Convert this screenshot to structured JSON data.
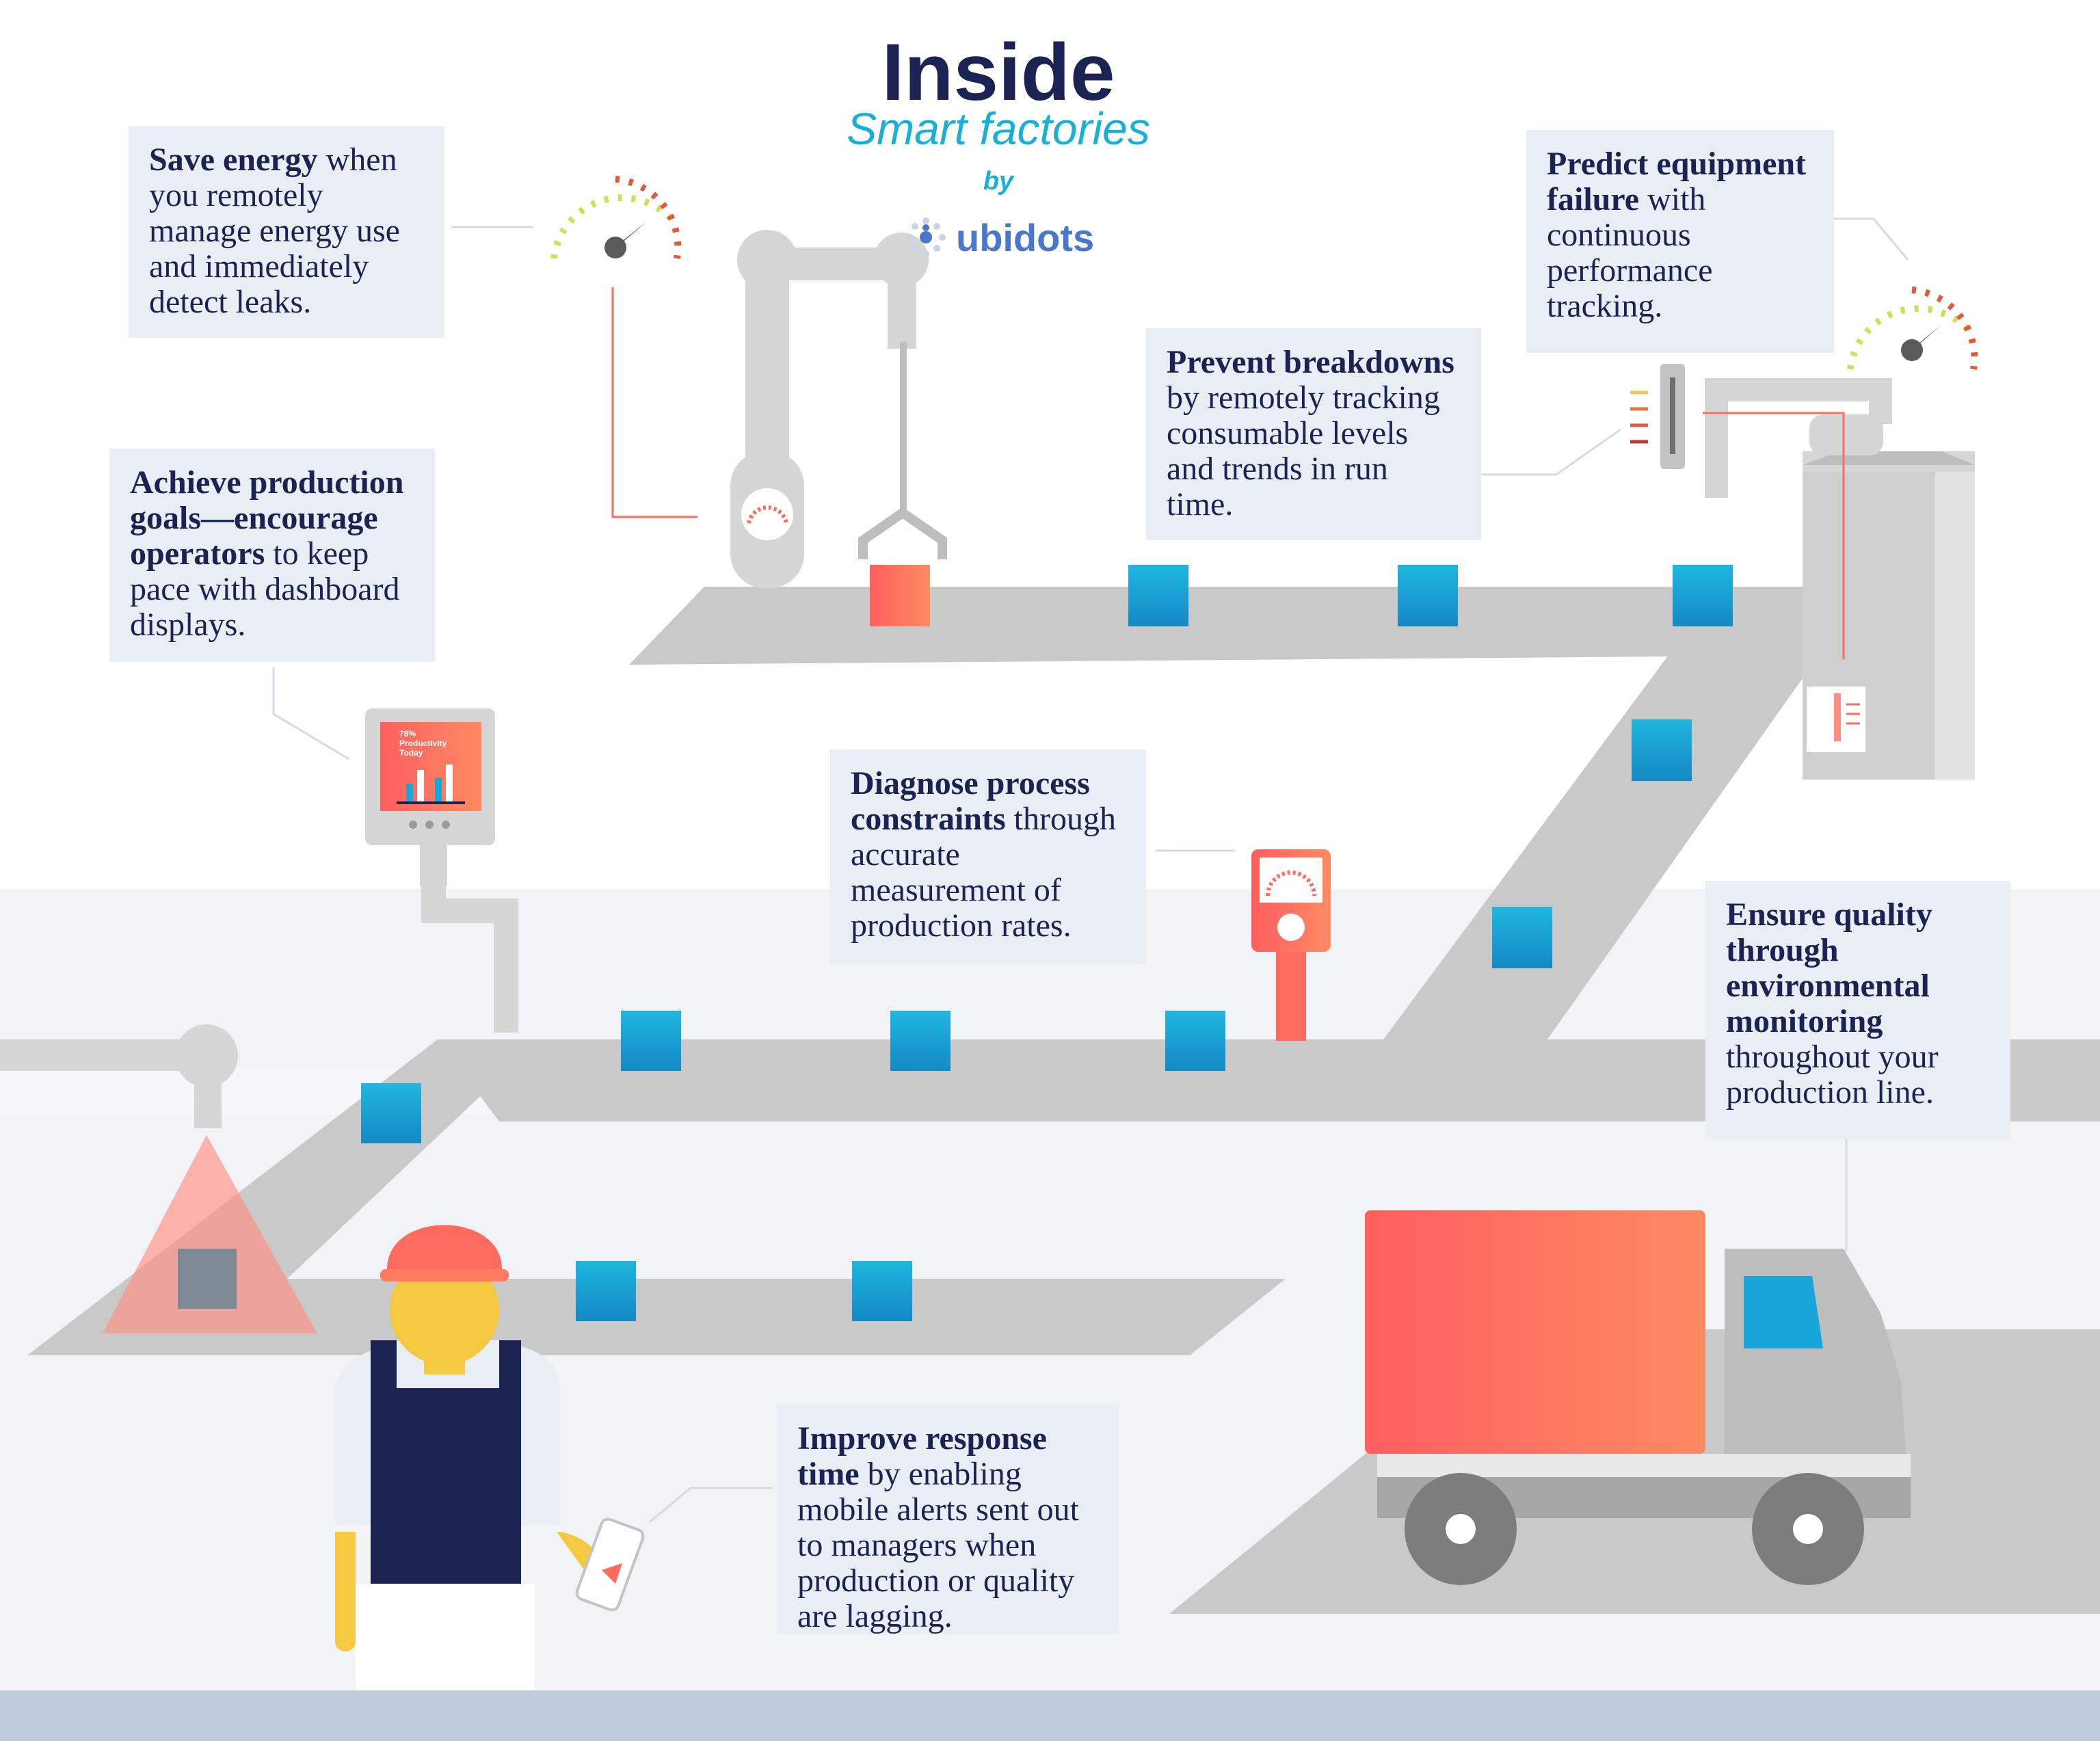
{
  "header": {
    "title": "Inside",
    "subtitle": "Smart factories",
    "by": "by",
    "brand": "ubidots"
  },
  "cards": {
    "energy": {
      "bold": "Save energy",
      "rest": " when you remotely manage energy use and immediately detect leaks."
    },
    "goals": {
      "bold": "Achieve production goals—encourage operators",
      "rest": " to keep pace with dashboard displays."
    },
    "breakdowns": {
      "bold": "Prevent breakdowns",
      "rest": " by remotely tracking consumable levels and trends in run time."
    },
    "failure": {
      "bold": "Predict equipment failure",
      "rest": " with continuous performance tracking."
    },
    "constraints": {
      "bold": "Diagnose process constraints",
      "rest": " through accurate measurement of production rates."
    },
    "quality": {
      "bold": "Ensure quality through environmental monitoring",
      "rest": " throughout your production line."
    },
    "response": {
      "bold": "Improve response time",
      "rest": " by enabling mobile alerts sent out to managers when production or quality are lagging."
    }
  },
  "dashboard_screen": {
    "line1": "78%",
    "line2": "Productivity",
    "line3": "Today"
  },
  "colors": {
    "navy": "#1b2352",
    "teal": "#18b0d6",
    "conveyor": "#c9c9c9",
    "machine": "#d6d6d6",
    "coral": "#ff6b5e",
    "box": "#1aa6d6",
    "card": "#e9edf4"
  }
}
